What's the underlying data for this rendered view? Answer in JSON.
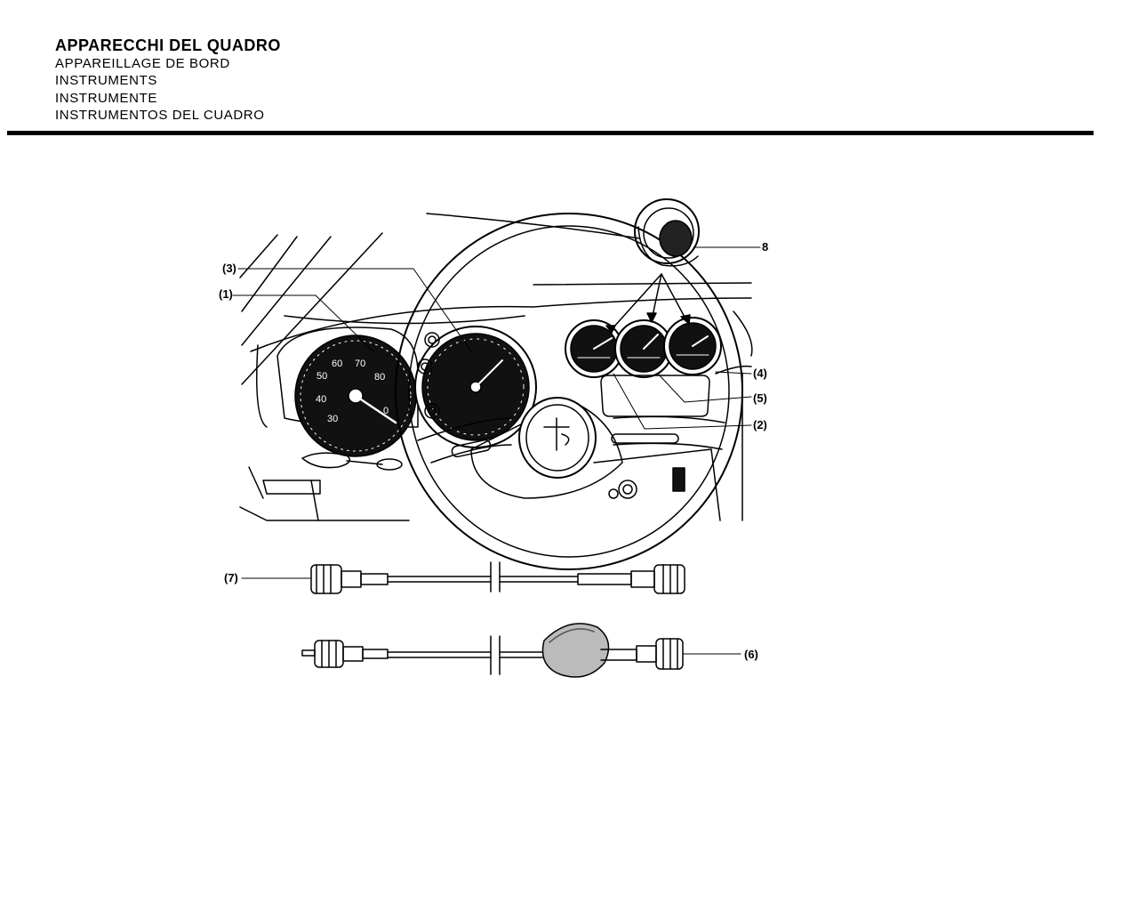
{
  "header": {
    "title": "APPARECCHI DEL QUADRO",
    "subtitles": [
      "APPAREILLAGE DE BORD",
      "INSTRUMENTS",
      "INSTRUMENTE",
      "INSTRUMENTOS DEL CUADRO"
    ]
  },
  "callouts": {
    "c1": "(1)",
    "c2": "(2)",
    "c3": "(3)",
    "c4": "(4)",
    "c5": "(5)",
    "c6": "(6)",
    "c7": "(7)",
    "c8": "8"
  },
  "gauge_numbers": {
    "n60": "60",
    "n70": "70",
    "n50": "50",
    "n80": "80",
    "n40": "40",
    "n30": "30",
    "n0": "0"
  }
}
